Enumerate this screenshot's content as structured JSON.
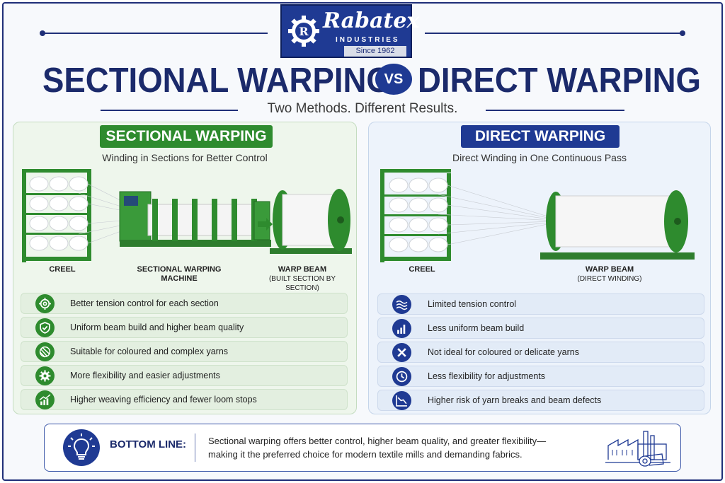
{
  "logo": {
    "name": "Rabatex",
    "industries": "INDUSTRIES",
    "since": "Since 1962"
  },
  "title": {
    "left": "SECTIONAL WARPING",
    "vs": "VS",
    "right": "DIRECT WARPING"
  },
  "subtitle": "Two Methods. Different Results.",
  "sectional": {
    "heading": "SECTIONAL WARPING",
    "tagline": "Winding in Sections for Better Control",
    "labels": {
      "creel": "CREEL",
      "machine_line1": "SECTIONAL WARPING",
      "machine_line2": "MACHINE",
      "beam": "WARP BEAM",
      "beam_note": "(BUILT SECTION BY SECTION)"
    },
    "benefits": [
      {
        "icon": "target-icon",
        "text": "Better tension control for each section"
      },
      {
        "icon": "shield-check-icon",
        "text": "Uniform beam build and higher beam quality"
      },
      {
        "icon": "yarn-ball-icon",
        "text": "Suitable for coloured and complex yarns"
      },
      {
        "icon": "gear-icon",
        "text": "More flexibility and easier adjustments"
      },
      {
        "icon": "growth-chart-icon",
        "text": "Higher weaving efficiency and fewer loom stops"
      }
    ]
  },
  "direct": {
    "heading": "DIRECT WARPING",
    "tagline": "Direct Winding in One Continuous Pass",
    "labels": {
      "creel": "CREEL",
      "beam": "WARP BEAM",
      "beam_note": "(DIRECT WINDING)"
    },
    "drawbacks": [
      {
        "icon": "waves-icon",
        "text": "Limited tension control"
      },
      {
        "icon": "bar-chart-icon",
        "text": "Less uniform beam build"
      },
      {
        "icon": "x-icon",
        "text": "Not ideal for coloured or delicate yarns"
      },
      {
        "icon": "clock-icon",
        "text": "Less flexibility for adjustments"
      },
      {
        "icon": "decline-chart-icon",
        "text": "Higher risk of yarn breaks and beam defects"
      }
    ]
  },
  "bottom_line": {
    "label": "BOTTOM LINE:",
    "line1": "Sectional warping offers better control, higher beam quality, and greater flexibility—",
    "line2": "making it the preferred choice for modern textile mills and demanding fabrics."
  },
  "colors": {
    "navy": "#1f3a93",
    "title_navy": "#1b2a6b",
    "green": "#2e8b2e",
    "green_panel": "#eef6ec",
    "blue_panel": "#edf3fb"
  }
}
